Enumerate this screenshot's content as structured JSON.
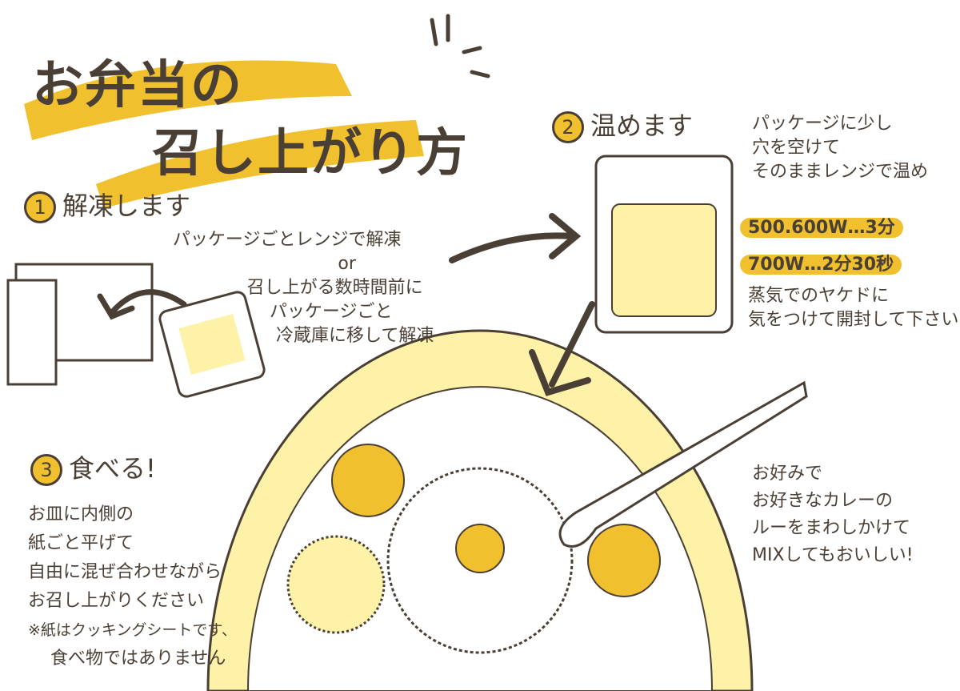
{
  "colors": {
    "accent": "#f0c02f",
    "light": "#fdf2a8",
    "ink": "#4a3f35"
  },
  "title": {
    "line1": "お弁当の",
    "line2": "召し上がり方"
  },
  "step1": {
    "number": "1",
    "label": "解凍します",
    "notes": [
      "パッケージごとレンジで解凍",
      "or",
      "召し上がる数時間前に",
      "パッケージごと",
      "冷蔵庫に移して解凍"
    ]
  },
  "step2": {
    "number": "2",
    "label": "温めます",
    "notes": [
      "パッケージに少し",
      "穴を空けて",
      "そのままレンジで温め"
    ],
    "times": [
      "500.600W…3分",
      "700W…2分30秒"
    ],
    "warning": [
      "蒸気でのヤケドに",
      "気をつけて開封して下さい"
    ]
  },
  "step3": {
    "number": "3",
    "label": "食べる!",
    "notes": [
      "お皿に内側の",
      "紙ごと平げて",
      "自由に混ぜ合わせながら",
      "お召し上がりください",
      "※紙はクッキングシートです、",
      "食べ物ではありません"
    ]
  },
  "tip": [
    "お好みで",
    "お好きなカレーの",
    "ルーをまわしかけて",
    "MIXしてもおいしい!"
  ]
}
